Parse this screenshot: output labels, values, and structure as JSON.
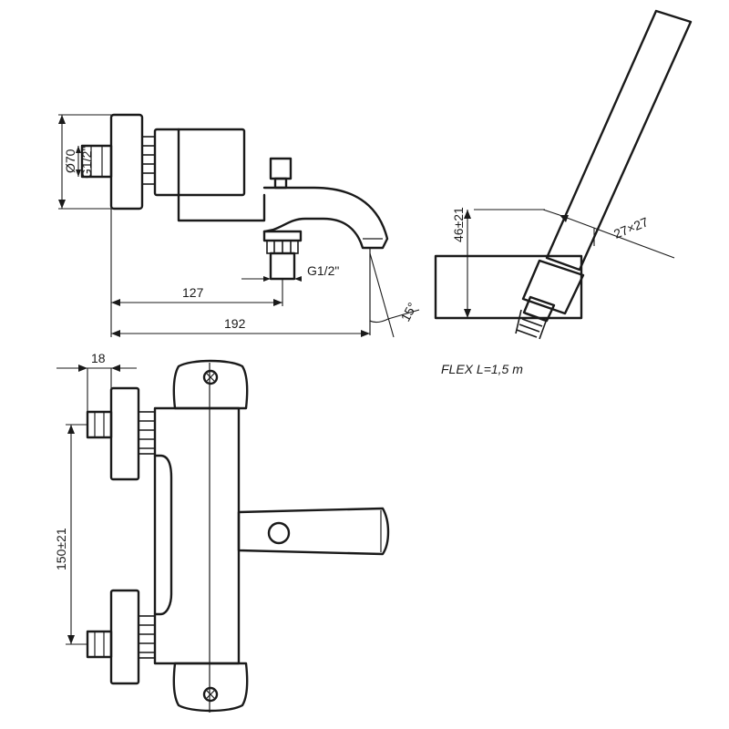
{
  "dimensions": {
    "diameter_70": "Ø70",
    "thread_g12_vertical": "G1/2\"",
    "thread_g12_spout": "G1/2\"",
    "length_127": "127",
    "length_192": "192",
    "angle_15": "15°",
    "height_46": "46±21",
    "size_27": "27×27",
    "width_18": "18",
    "spacing_150": "150±21"
  },
  "notes": {
    "flex": "FLEX  L=1,5  m"
  }
}
